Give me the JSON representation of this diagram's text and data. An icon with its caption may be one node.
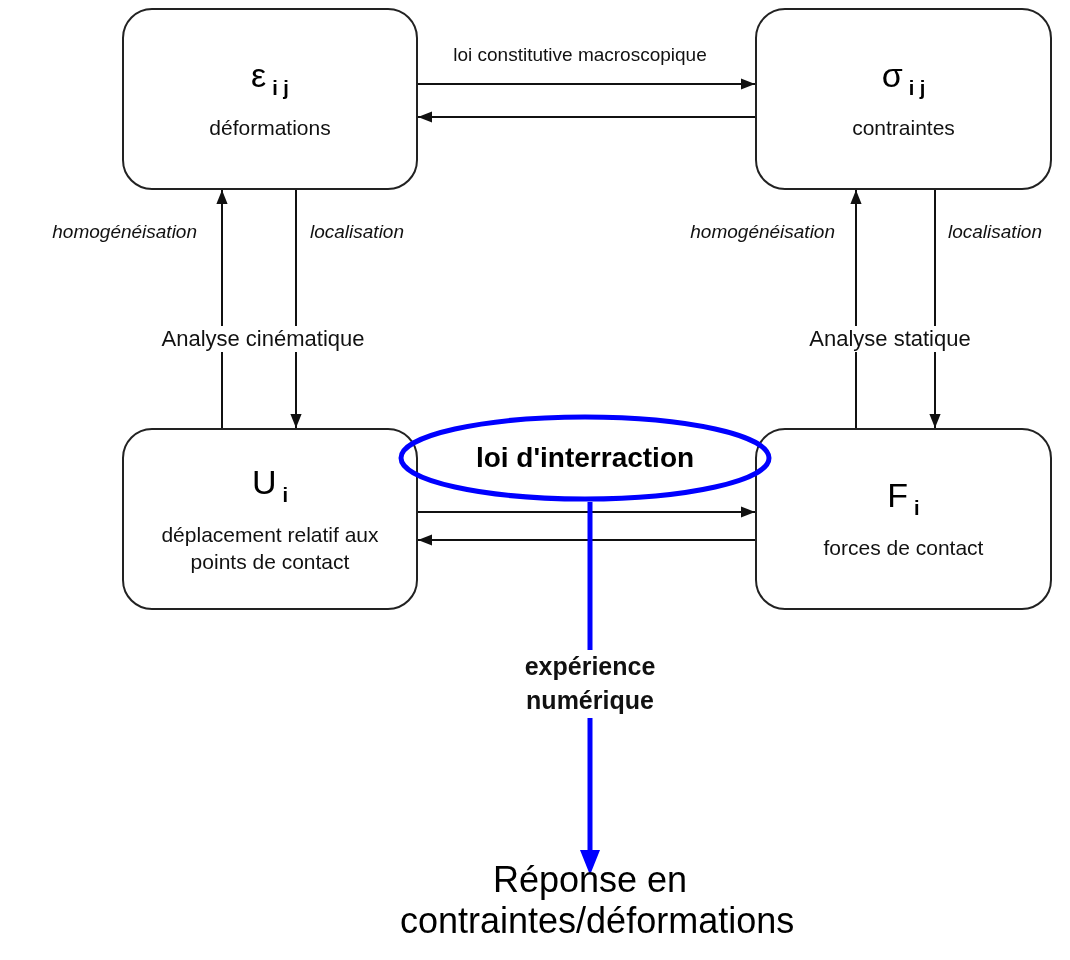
{
  "diagram": {
    "nodes": [
      {
        "text": [
          "ε$_{i j}$",
          "déformations"
        ]
      },
      {
        "text": [
          "σ$_{i j}$",
          "contraintes"
        ]
      },
      {
        "text": [
          "U$_{i}$",
          "déplacement relatif aux points de contact"
        ]
      },
      {
        "text": [
          "F$_{i}$",
          "forces de contact"
        ]
      },
      {
        "text": [
          "loi d'interraction"
        ]
      },
      {
        "text": [
          "Réponse en contraintes/déformations"
        ]
      }
    ],
    "edges": [
      {
        "from": 0,
        "to": 1,
        "arrow": "to",
        "label": "loi constitutive macroscopique"
      },
      {
        "from": 1,
        "to": 0,
        "arrow": "to"
      },
      {
        "from": 2,
        "to": 0,
        "arrow": "to",
        "label": "homogénéisation"
      },
      {
        "from": 0,
        "to": 2,
        "arrow": "to",
        "label": "localisation"
      },
      {
        "from": 3,
        "to": 1,
        "arrow": "to",
        "label": "homogénéisation"
      },
      {
        "from": 1,
        "to": 3,
        "arrow": "to",
        "label": "localisation"
      },
      {
        "from": 2,
        "to": 3,
        "arrow": "to"
      },
      {
        "from": 3,
        "to": 2,
        "arrow": "to"
      },
      {
        "from": 4,
        "to": 5,
        "arrow": "to",
        "label": "expérience numérique",
        "style": "thick",
        "color": "#0000ff"
      }
    ],
    "labels": [
      "Analyse cinématique",
      "Analyse statique"
    ]
  }
}
